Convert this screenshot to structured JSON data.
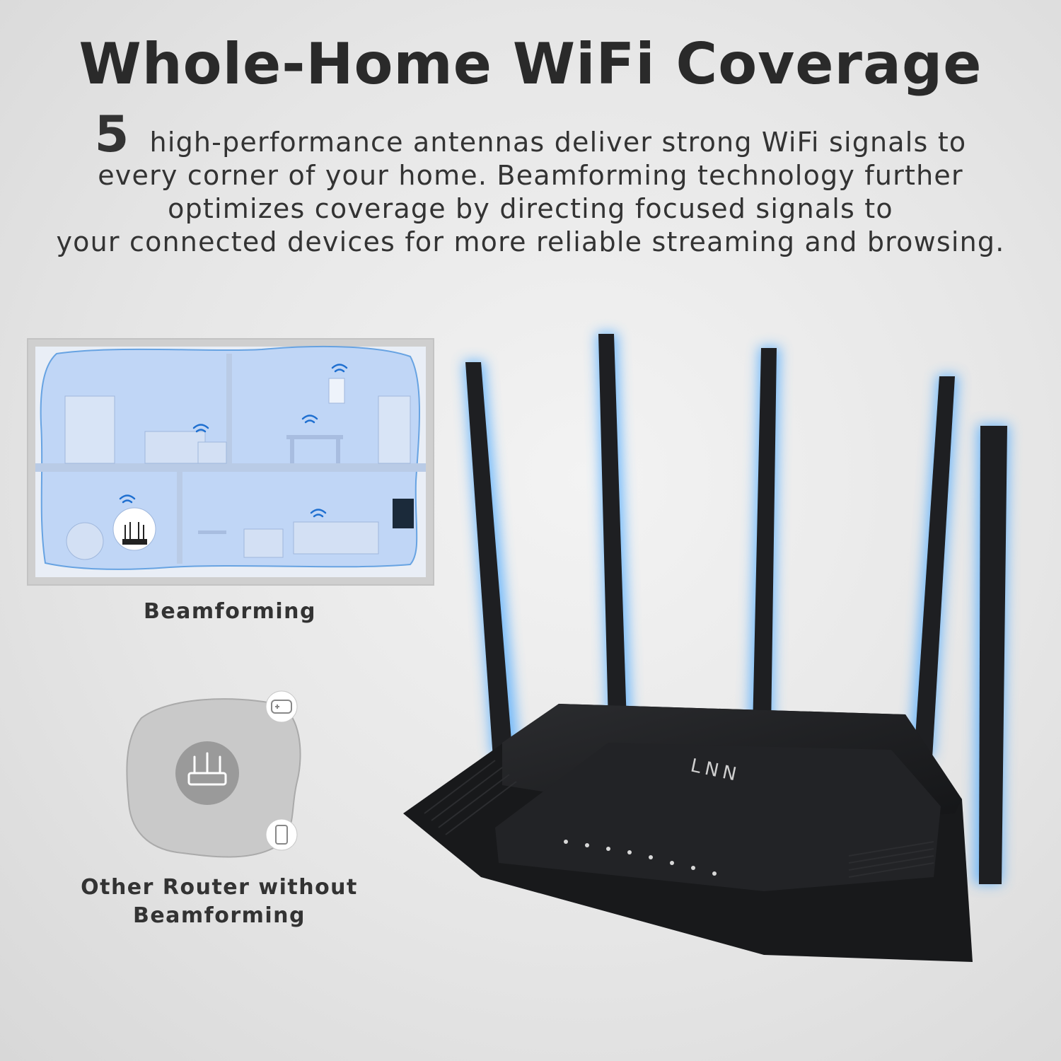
{
  "title": "Whole-Home WiFi Coverage",
  "lead": {
    "number": "5",
    "line1": "high-performance antennas deliver strong WiFi signals to",
    "line2": "every corner of your home. Beamforming technology further",
    "line3": "optimizes coverage by directing focused signals to",
    "line4": "your connected devices for more reliable streaming and browsing."
  },
  "captions": {
    "beamforming": "Beamforming",
    "other_line1": "Other Router without",
    "other_line2": "Beamforming"
  },
  "router": {
    "logo": "LNN",
    "antenna_count": 5
  },
  "icons": [
    "wifi-icon",
    "router-icon",
    "gamepad-icon",
    "phone-icon"
  ],
  "colors": {
    "glow": "#4aa8ff",
    "router_body": "#1c1d1f",
    "house_tint": "#bcd4f6"
  }
}
